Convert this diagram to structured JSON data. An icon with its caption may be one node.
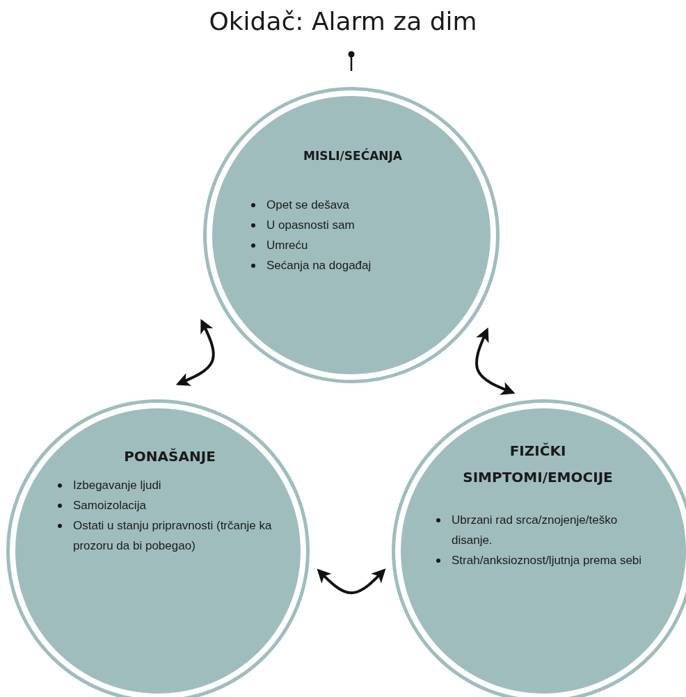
{
  "diagram": {
    "title": "Okidač: Alarm za dim",
    "nodes": [
      {
        "text": [
          "MISLI/SEĆANJA",
          "Opet se dešava",
          "U opasnosti sam",
          "Umreću",
          "Sećanja na događaj"
        ]
      },
      {
        "text": [
          "PONAŠANJE",
          "Izbegavanje ljudi",
          "Samoizolacija",
          "Ostati u stanju pripravnosti (trčanje ka prozoru da bi pobegao)"
        ]
      },
      {
        "text": [
          "FIZIČKI SIMPTOMI/EMOCIJE",
          "Ubrzani rad srca/znojenje/teško disanje.",
          "Strah/anksioznost/ljutnja prema sebi"
        ]
      }
    ],
    "edges": [
      {
        "from": 0,
        "to": 1,
        "arrow": "both"
      },
      {
        "from": 0,
        "to": 2,
        "arrow": "both"
      },
      {
        "from": 1,
        "to": 2,
        "arrow": "both"
      }
    ]
  }
}
